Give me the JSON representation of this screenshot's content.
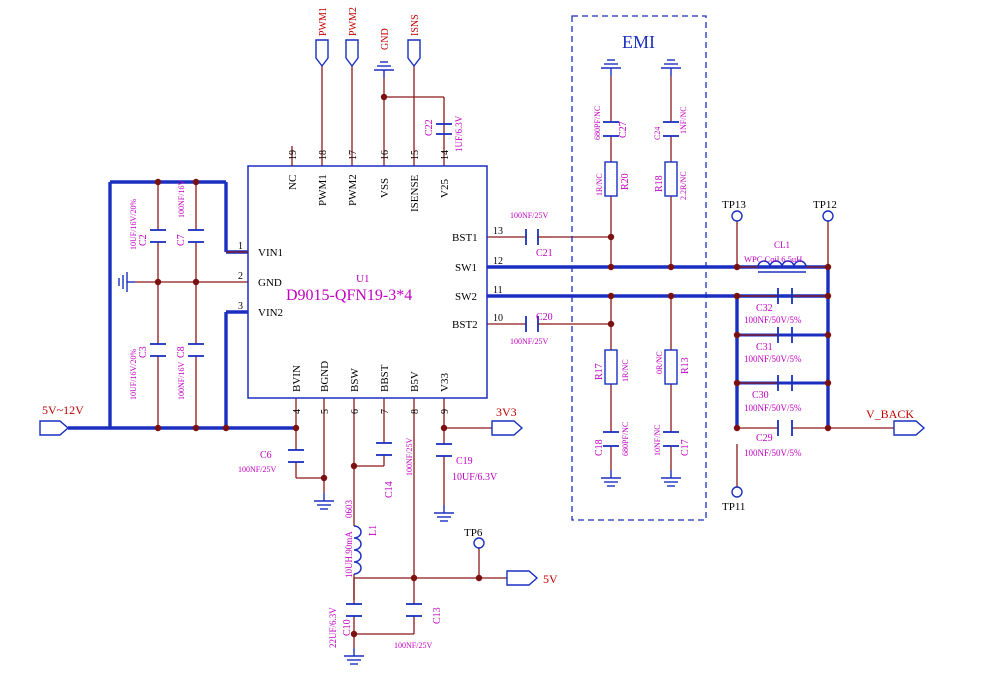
{
  "ic": {
    "ref": "U1",
    "part": "D9015-QFN19-3*4",
    "pins_left": [
      {
        "num": "1",
        "name": "VIN1"
      },
      {
        "num": "2",
        "name": "GND"
      },
      {
        "num": "3",
        "name": "VIN2"
      }
    ],
    "pins_top": [
      {
        "num": "19",
        "name": "NC"
      },
      {
        "num": "18",
        "name": "PWM1"
      },
      {
        "num": "17",
        "name": "PWM2"
      },
      {
        "num": "16",
        "name": "VSS"
      },
      {
        "num": "15",
        "name": "ISENSE"
      },
      {
        "num": "14",
        "name": "V25"
      }
    ],
    "pins_right": [
      {
        "num": "13",
        "name": "BST1"
      },
      {
        "num": "12",
        "name": "SW1"
      },
      {
        "num": "11",
        "name": "SW2"
      },
      {
        "num": "10",
        "name": "BST2"
      }
    ],
    "pins_bottom": [
      {
        "num": "4",
        "name": "BVIN"
      },
      {
        "num": "5",
        "name": "BGND"
      },
      {
        "num": "6",
        "name": "BSW"
      },
      {
        "num": "7",
        "name": "BBST"
      },
      {
        "num": "8",
        "name": "B5V"
      },
      {
        "num": "9",
        "name": "V33"
      }
    ]
  },
  "ports": {
    "pwm1": "PWM1",
    "pwm2": "PWM2",
    "gnd": "GND",
    "isns": "ISNS",
    "vin": "5V~12V",
    "v3v3": "3V3",
    "v5": "5V",
    "vback": "V_BACK"
  },
  "emi_label": "EMI",
  "testpoints": {
    "tp13": "TP13",
    "tp12": "TP12",
    "tp11": "TP11",
    "tp6": "TP6"
  },
  "components": {
    "c2": {
      "ref": "C2",
      "value": "10UF/16V/20%"
    },
    "c7": {
      "ref": "C7",
      "value": "100NF/16V"
    },
    "c3": {
      "ref": "C3",
      "value": "10UF/16V/20%"
    },
    "c8": {
      "ref": "C8",
      "value": "100NF/16V"
    },
    "c22": {
      "ref": "C22",
      "value": "1UF/6.3V"
    },
    "c21": {
      "ref": "C21",
      "value": "100NF/25V"
    },
    "c20": {
      "ref": "C20",
      "value": "100NF/25V"
    },
    "c27": {
      "ref": "C27",
      "value": "680PF/NC"
    },
    "c24": {
      "ref": "C24",
      "value": "1NF/NC"
    },
    "r20": {
      "ref": "R20",
      "value": "1R/NC"
    },
    "r18": {
      "ref": "R18",
      "value": "2.2R/NC"
    },
    "r17": {
      "ref": "R17",
      "value": "1R/NC"
    },
    "r13": {
      "ref": "R13",
      "value": "0R/NC"
    },
    "c18": {
      "ref": "C18",
      "value": "680PF/NC"
    },
    "c17": {
      "ref": "C17",
      "value": "10NF/NC"
    },
    "cl1": {
      "ref": "CL1",
      "value": "WPC Coil 6.5uH"
    },
    "c32": {
      "ref": "C32",
      "value": "100NF/50V/5%"
    },
    "c31": {
      "ref": "C31",
      "value": "100NF/50V/5%"
    },
    "c30": {
      "ref": "C30",
      "value": "100NF/50V/5%"
    },
    "c29": {
      "ref": "C29",
      "value": "100NF/50V/5%"
    },
    "c6": {
      "ref": "C6",
      "value": "100NF/25V"
    },
    "c14": {
      "ref": "C14",
      "value": "100NF/25V"
    },
    "c19": {
      "ref": "C19",
      "value": "10UF/6.3V"
    },
    "l1": {
      "ref": "L1",
      "value": "10UH.90mA",
      "pkg": "0603"
    },
    "c10": {
      "ref": "C10",
      "value": "22UF/6.3V"
    },
    "c13": {
      "ref": "C13",
      "value": "100NF/25V"
    }
  },
  "colors": {
    "wire": "#8b1a1a",
    "bus": "#1a2fc0",
    "component": "#1a2fc0",
    "text_value": "#c000c0",
    "text_net": "#c00000",
    "junction": "#7a1010"
  }
}
